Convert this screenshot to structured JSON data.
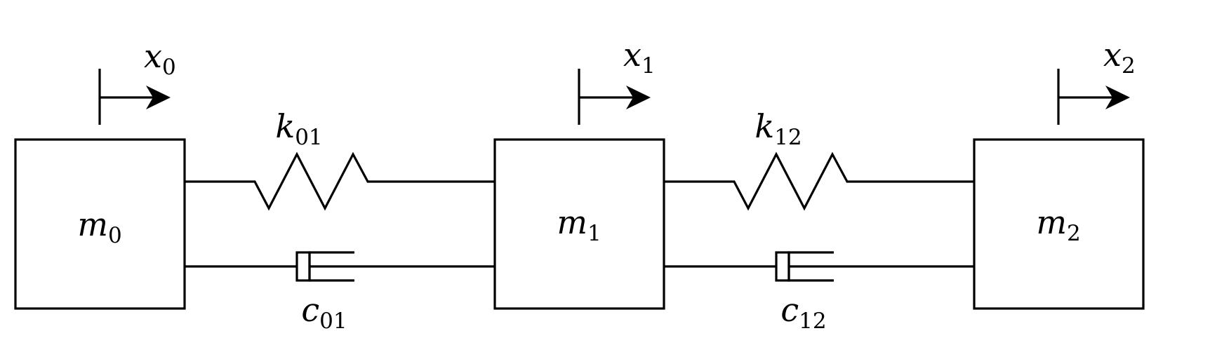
{
  "masses": [
    {
      "symbol": "m",
      "subscript": "0"
    },
    {
      "symbol": "m",
      "subscript": "1"
    },
    {
      "symbol": "m",
      "subscript": "2"
    }
  ],
  "displacements": [
    {
      "symbol": "x",
      "subscript": "0"
    },
    {
      "symbol": "x",
      "subscript": "1"
    },
    {
      "symbol": "x",
      "subscript": "2"
    }
  ],
  "springs": [
    {
      "symbol": "k",
      "subscript": "01"
    },
    {
      "symbol": "k",
      "subscript": "12"
    }
  ],
  "dampers": [
    {
      "symbol": "c",
      "subscript": "01"
    },
    {
      "symbol": "c",
      "subscript": "12"
    }
  ]
}
